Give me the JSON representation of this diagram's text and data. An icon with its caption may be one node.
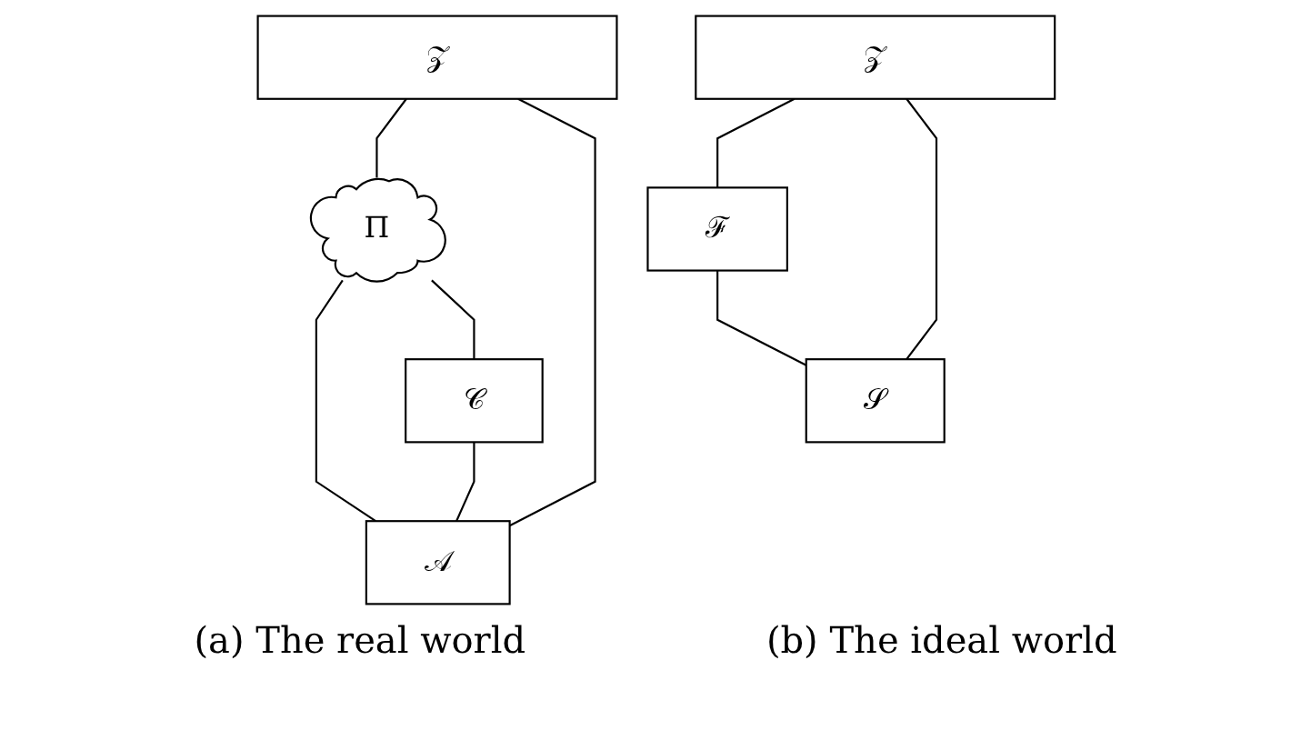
{
  "diagram": {
    "nodes": [
      {
        "text": [
          "𝒵"
        ]
      },
      {
        "text": [
          "Π"
        ]
      },
      {
        "text": [
          "𝒜"
        ]
      },
      {
        "text": [
          "𝒞"
        ]
      },
      {
        "text": [
          "𝒵"
        ]
      },
      {
        "text": [
          "ℱ"
        ]
      },
      {
        "text": [
          "𝒮"
        ]
      }
    ],
    "edges": [
      {
        "from": 0,
        "to": 1,
        "arrow": "none"
      },
      {
        "from": 0,
        "to": 2,
        "arrow": "none"
      },
      {
        "from": 1,
        "to": 2,
        "arrow": "none"
      },
      {
        "from": 1,
        "to": 3,
        "arrow": "none"
      },
      {
        "from": 3,
        "to": 2,
        "arrow": "none"
      },
      {
        "from": 4,
        "to": 5,
        "arrow": "none"
      },
      {
        "from": 4,
        "to": 6,
        "arrow": "none"
      },
      {
        "from": 5,
        "to": 6,
        "arrow": "none"
      }
    ],
    "labels": [
      "(a) The real world",
      "(b) The ideal world"
    ]
  }
}
